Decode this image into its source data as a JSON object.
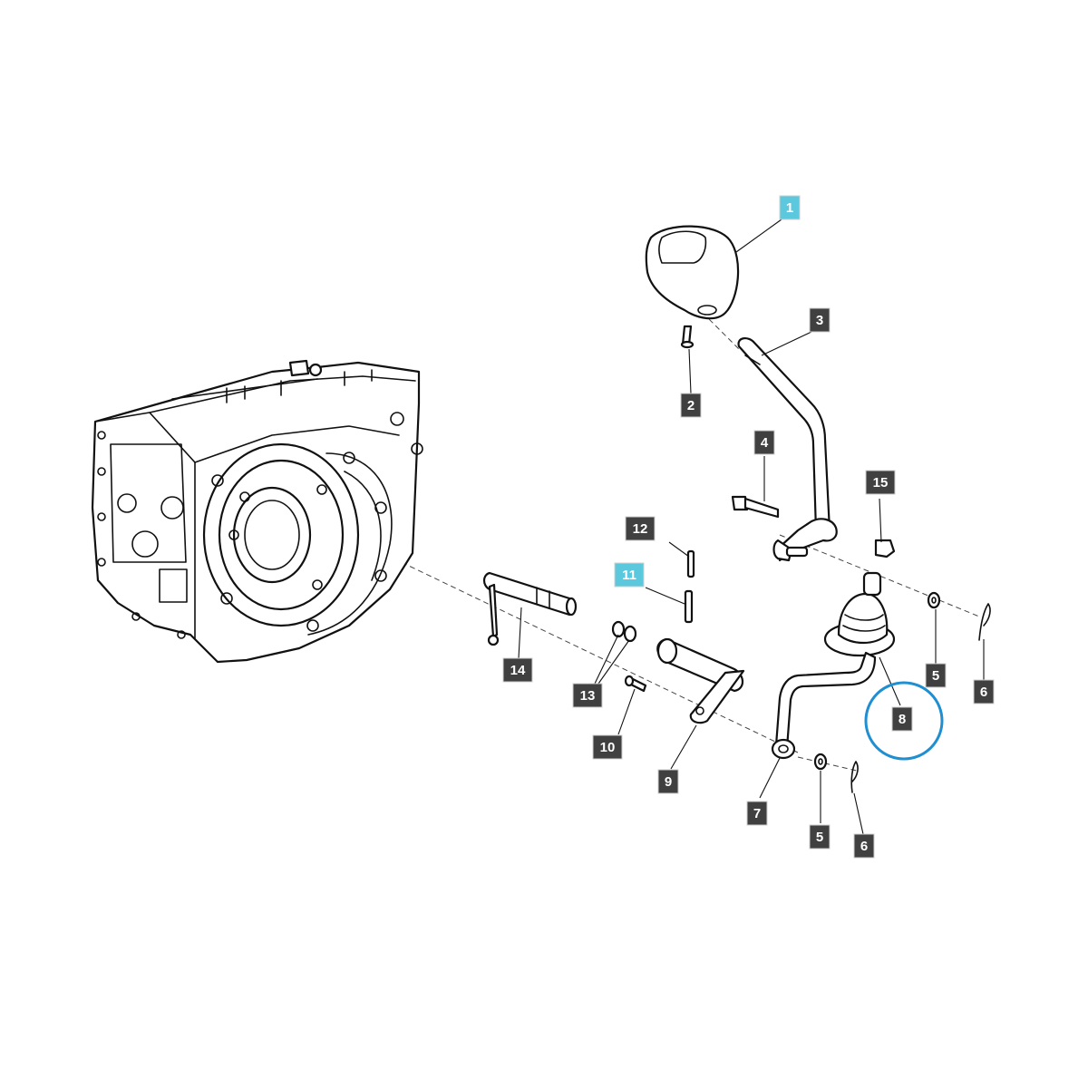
{
  "colors": {
    "callout_default": "#404040",
    "callout_highlight": "#5bc8de",
    "callout_text": "#ffffff",
    "highlight_ring": "#1f8fd1",
    "line": "#111111"
  },
  "callouts": [
    {
      "id": "c1",
      "label": "1",
      "highlight": true
    },
    {
      "id": "c2",
      "label": "2",
      "highlight": false
    },
    {
      "id": "c3",
      "label": "3",
      "highlight": false
    },
    {
      "id": "c4",
      "label": "4",
      "highlight": false
    },
    {
      "id": "c15",
      "label": "15",
      "highlight": false
    },
    {
      "id": "c12",
      "label": "12",
      "highlight": false
    },
    {
      "id": "c11",
      "label": "11",
      "highlight": true
    },
    {
      "id": "c14",
      "label": "14",
      "highlight": false
    },
    {
      "id": "c13",
      "label": "13",
      "highlight": false
    },
    {
      "id": "c10",
      "label": "10",
      "highlight": false
    },
    {
      "id": "c9",
      "label": "9",
      "highlight": false
    },
    {
      "id": "c7",
      "label": "7",
      "highlight": false
    },
    {
      "id": "c5a",
      "label": "5",
      "highlight": false
    },
    {
      "id": "c6a",
      "label": "6",
      "highlight": false
    },
    {
      "id": "c8",
      "label": "8",
      "highlight": false
    },
    {
      "id": "c5b",
      "label": "5",
      "highlight": false
    },
    {
      "id": "c6b",
      "label": "6",
      "highlight": false
    }
  ]
}
